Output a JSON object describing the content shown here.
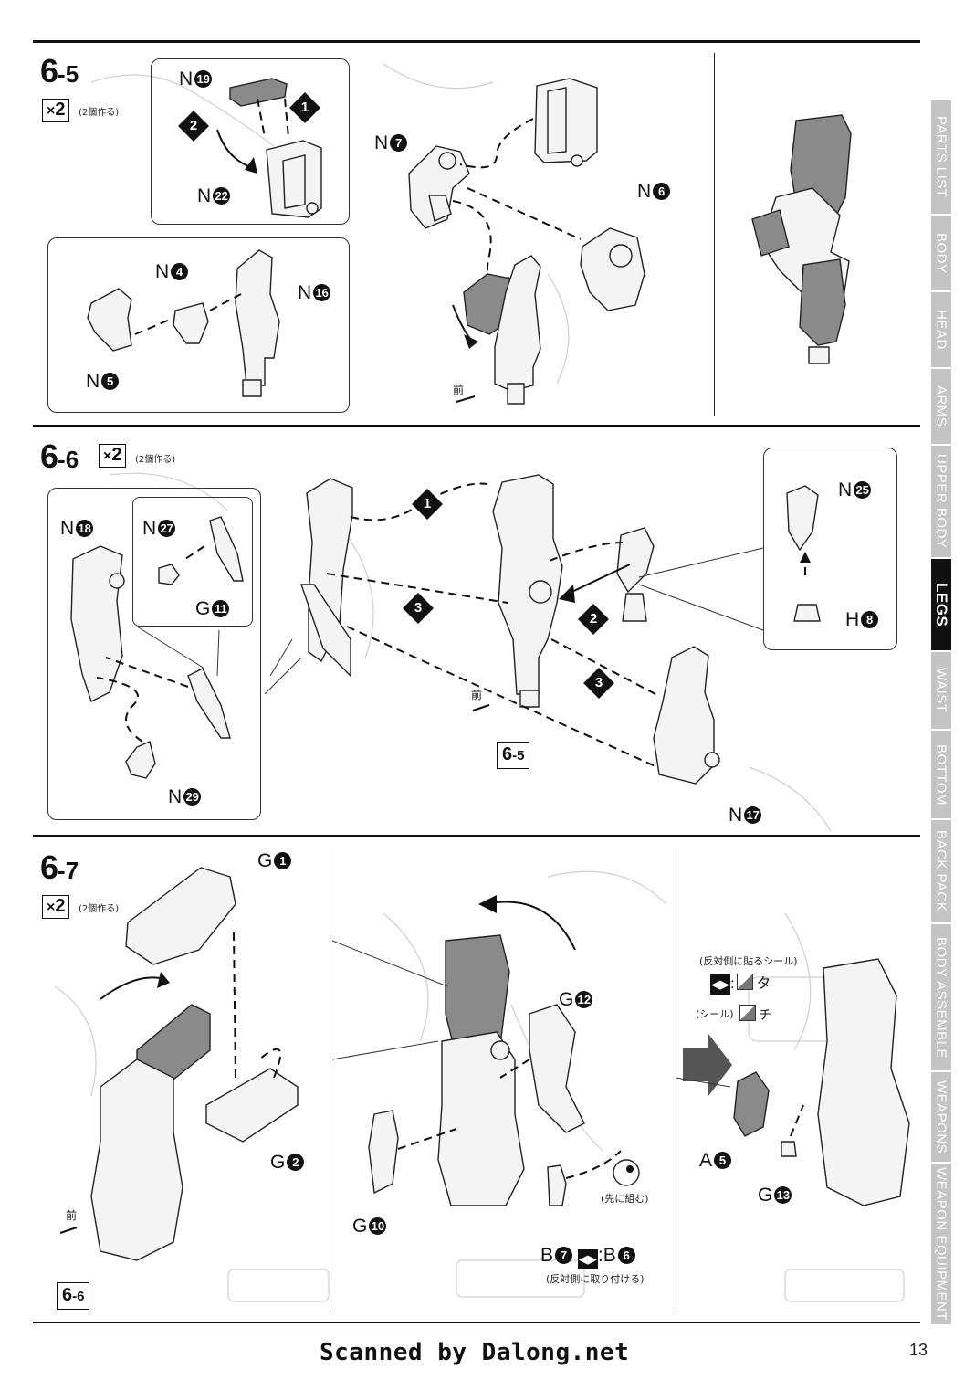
{
  "sections": {
    "s65": {
      "step_major": "6",
      "step_minor": "-5",
      "qty": "2",
      "qty_note": "(2個作る)"
    },
    "s66": {
      "step_major": "6",
      "step_minor": "-6",
      "qty": "2",
      "qty_note": "(2個作る)"
    },
    "s67": {
      "step_major": "6",
      "step_minor": "-7",
      "qty": "2",
      "qty_note": "(2個作る)"
    }
  },
  "parts": {
    "n19": {
      "letter": "N",
      "num": "19"
    },
    "n22": {
      "letter": "N",
      "num": "22"
    },
    "n7": {
      "letter": "N",
      "num": "7"
    },
    "n6": {
      "letter": "N",
      "num": "6"
    },
    "n4": {
      "letter": "N",
      "num": "4"
    },
    "n16": {
      "letter": "N",
      "num": "16"
    },
    "n5": {
      "letter": "N",
      "num": "5"
    },
    "n18": {
      "letter": "N",
      "num": "18"
    },
    "n27": {
      "letter": "N",
      "num": "27"
    },
    "g11": {
      "letter": "G",
      "num": "11"
    },
    "n29": {
      "letter": "N",
      "num": "29"
    },
    "n25": {
      "letter": "N",
      "num": "25"
    },
    "h8": {
      "letter": "H",
      "num": "8"
    },
    "n17": {
      "letter": "N",
      "num": "17"
    },
    "g1": {
      "letter": "G",
      "num": "1"
    },
    "g2": {
      "letter": "G",
      "num": "2"
    },
    "g12": {
      "letter": "G",
      "num": "12"
    },
    "g10": {
      "letter": "G",
      "num": "10"
    },
    "a5": {
      "letter": "A",
      "num": "5"
    },
    "g13": {
      "letter": "G",
      "num": "13"
    },
    "b7": {
      "letter": "B",
      "num": "7"
    },
    "b6": {
      "letter": "B",
      "num": "6"
    }
  },
  "callouts": {
    "c1": "1",
    "c2": "2",
    "c3": "3"
  },
  "refs": {
    "r65": {
      "major": "6",
      "minor": "-5"
    },
    "r66": {
      "major": "6",
      "minor": "-6"
    }
  },
  "notes": {
    "front": "前",
    "sticker_opposite": "(反対側に貼るシール)",
    "sticker_ta": "タ",
    "sticker_label": "(シール)",
    "sticker_chi": "チ",
    "assemble_first": "(先に組む)",
    "attach_opposite": "(反対側に取り付ける)"
  },
  "tabs": [
    "PARTS LIST",
    "BODY",
    "HEAD",
    "ARMS",
    "UPPER BODY",
    "LEGS",
    "WAIST",
    "BOTTOM",
    "BACK PACK",
    "BODY ASSEMBLE",
    "WEAPONS",
    "WEAPON EQUIPMENT"
  ],
  "active_tab": "LEGS",
  "footer": "Scanned by Dalong.net",
  "page_number": "13",
  "colors": {
    "ink": "#111111",
    "tab_inactive": "#c4c4c4",
    "tab_active": "#111111",
    "part_gray": "#8a8a8a"
  }
}
